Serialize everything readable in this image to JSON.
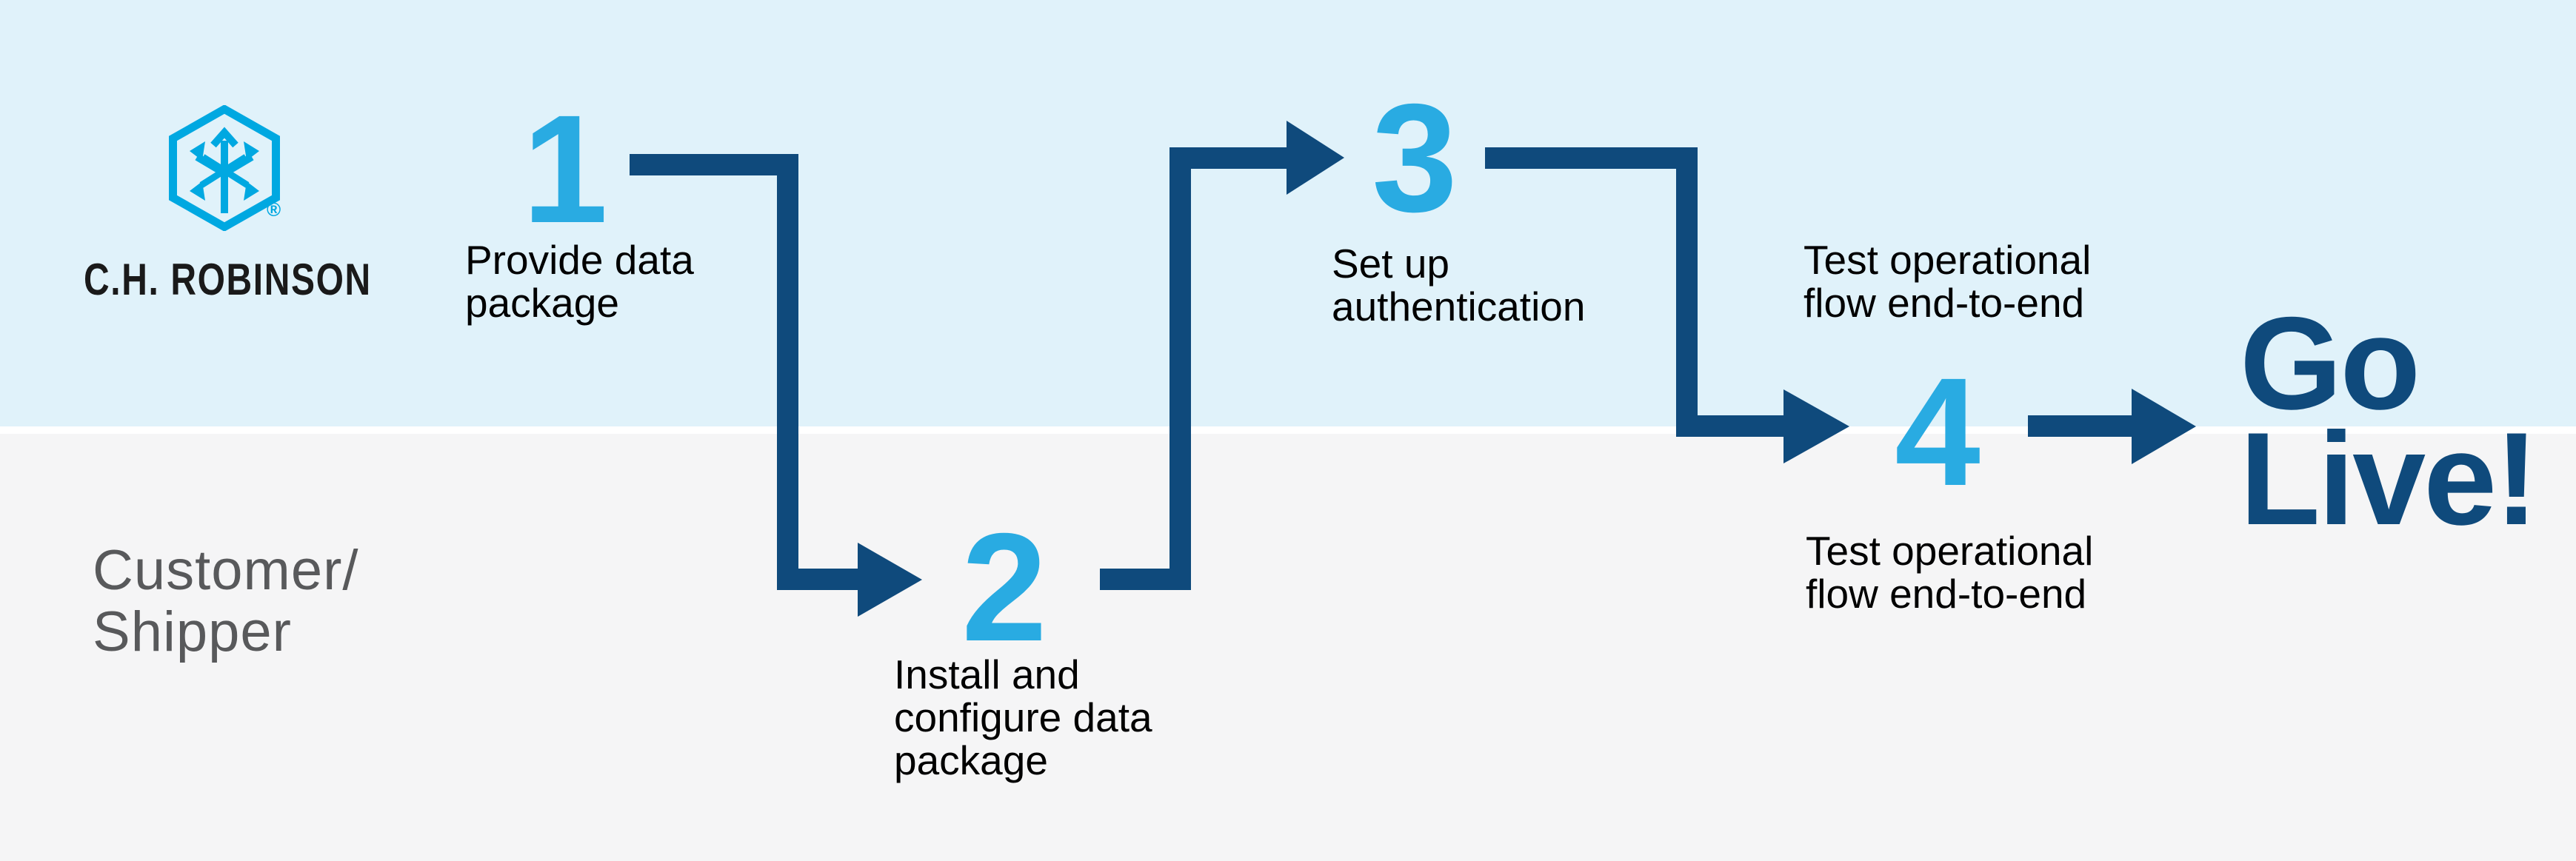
{
  "colors": {
    "band-blue": "#E0F2FA",
    "band-gray": "#F5F5F6",
    "navy": "#0F4A7C",
    "cyan": "#29ABE2",
    "logo-blue": "#00A8E1",
    "text-gray": "#58595B",
    "text-black": "#000000"
  },
  "brand": {
    "logo_icon": "hexagon-cube-arrows",
    "name": "C.H. ROBINSON",
    "registered": "®"
  },
  "lanes": {
    "customer_shipper": "Customer/\nShipper"
  },
  "steps": [
    {
      "number": "1",
      "label": "Provide data\npackage"
    },
    {
      "number": "2",
      "label": "Install and\nconfigure data\npackage"
    },
    {
      "number": "3",
      "label": "Set up\nauthentication"
    },
    {
      "number": "4",
      "label_above": "Test operational\nflow end-to-end",
      "label_below": "Test operational\nflow end-to-end"
    }
  ],
  "go_live": "Go\nLive!"
}
